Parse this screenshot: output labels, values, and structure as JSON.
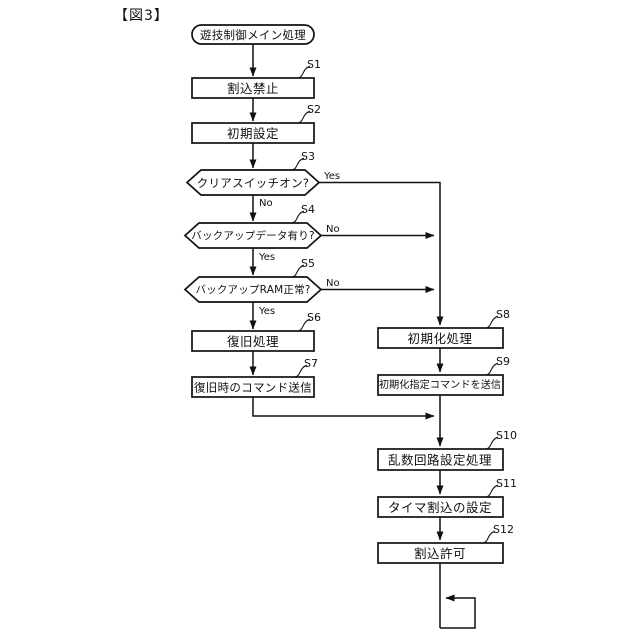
{
  "figure": {
    "title": "【図3】"
  },
  "flowchart": {
    "type": "flowchart",
    "start": {
      "label": "遊技制御メイン処理"
    },
    "nodes": {
      "s1": {
        "id": "S1",
        "label": "割込禁止",
        "type": "process"
      },
      "s2": {
        "id": "S2",
        "label": "初期設定",
        "type": "process"
      },
      "s3": {
        "id": "S3",
        "label": "クリアスイッチオン?",
        "type": "decision",
        "yes": "Yes",
        "no": "No"
      },
      "s4": {
        "id": "S4",
        "label": "バックアップデータ有り?",
        "type": "decision",
        "yes": "Yes",
        "no": "No"
      },
      "s5": {
        "id": "S5",
        "label": "バックアップRAM正常?",
        "type": "decision",
        "yes": "Yes",
        "no": "No"
      },
      "s6": {
        "id": "S6",
        "label": "復旧処理",
        "type": "process"
      },
      "s7": {
        "id": "S7",
        "label": "復旧時のコマンド送信",
        "type": "process"
      },
      "s8": {
        "id": "S8",
        "label": "初期化処理",
        "type": "process"
      },
      "s9": {
        "id": "S9",
        "label": "初期化指定コマンドを送信",
        "type": "process"
      },
      "s10": {
        "id": "S10",
        "label": "乱数回路設定処理",
        "type": "process"
      },
      "s11": {
        "id": "S11",
        "label": "タイマ割込の設定",
        "type": "process"
      },
      "s12": {
        "id": "S12",
        "label": "割込許可",
        "type": "process"
      }
    },
    "colors": {
      "line": "#111111",
      "fill": "#ffffff",
      "background": "#ffffff"
    }
  }
}
